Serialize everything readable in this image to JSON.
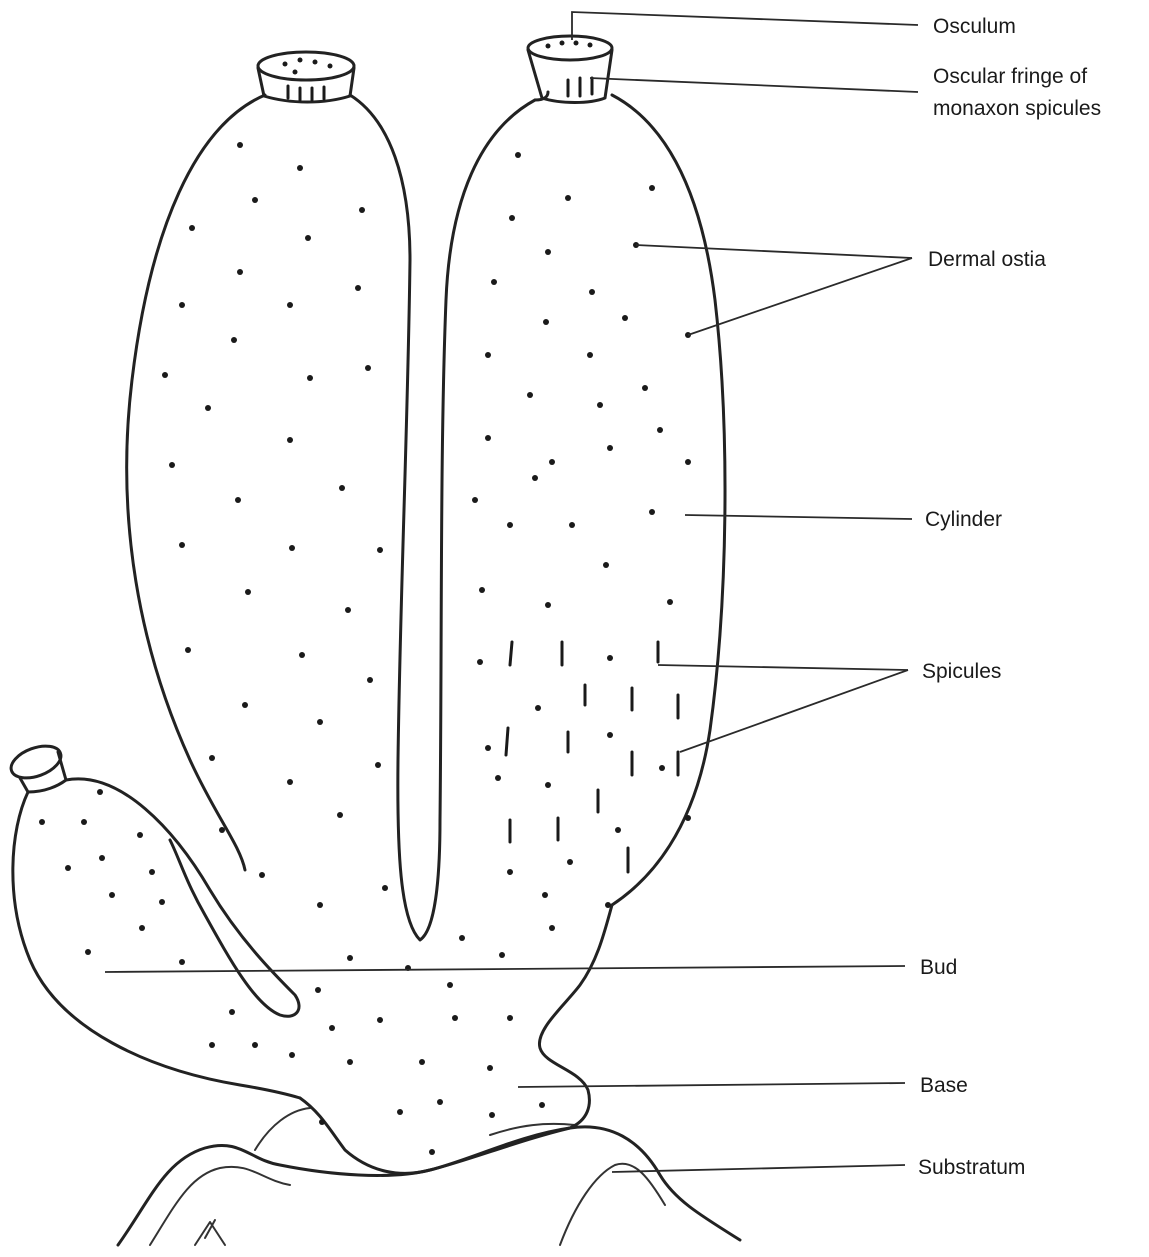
{
  "diagram": {
    "labels": {
      "osculum": "Osculum",
      "oscular_fringe_line1": "Oscular fringe of",
      "oscular_fringe_line2": "monaxon spicules",
      "dermal_ostia": "Dermal ostia",
      "cylinder": "Cylinder",
      "spicules": "Spicules",
      "bud": "Bud",
      "base": "Base",
      "substratum": "Substratum"
    }
  }
}
